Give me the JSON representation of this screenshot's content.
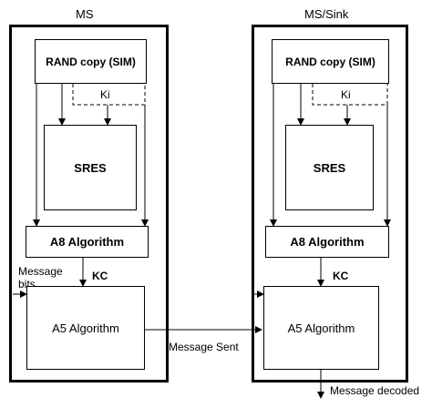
{
  "ms": {
    "title": "MS",
    "rand": "RAND copy (SIM)",
    "ki": "Ki",
    "sres": "SRES",
    "a8": "A8 Algorithm",
    "kc": "KC",
    "msg_bits_line1": "Message",
    "msg_bits_line2": "bits",
    "a5": "A5 Algorithm"
  },
  "sink": {
    "title": "MS/Sink",
    "rand": "RAND copy (SIM)",
    "ki": "Ki",
    "sres": "SRES",
    "a8": "A8 Algorithm",
    "kc": "KC",
    "a5": "A5 Algorithm"
  },
  "message_sent": "Message Sent",
  "message_decoded": "Message decoded"
}
